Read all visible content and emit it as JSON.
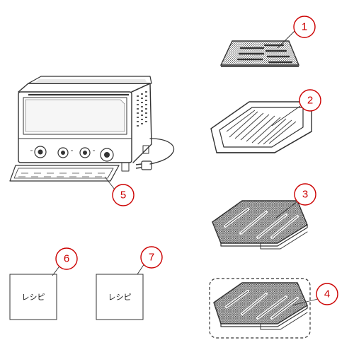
{
  "accent_color": "#cc0000",
  "parts": [
    {
      "number": "1",
      "name": "wire-rack"
    },
    {
      "number": "2",
      "name": "baking-tray"
    },
    {
      "number": "3",
      "name": "mesh-tray"
    },
    {
      "number": "4",
      "name": "mesh-tray-optional"
    },
    {
      "number": "5",
      "name": "crumb-tray"
    },
    {
      "number": "6",
      "name": "recipe-book"
    },
    {
      "number": "7",
      "name": "recipe-book"
    }
  ],
  "books": [
    {
      "label": "レシピ"
    },
    {
      "label": "レシピ"
    }
  ]
}
